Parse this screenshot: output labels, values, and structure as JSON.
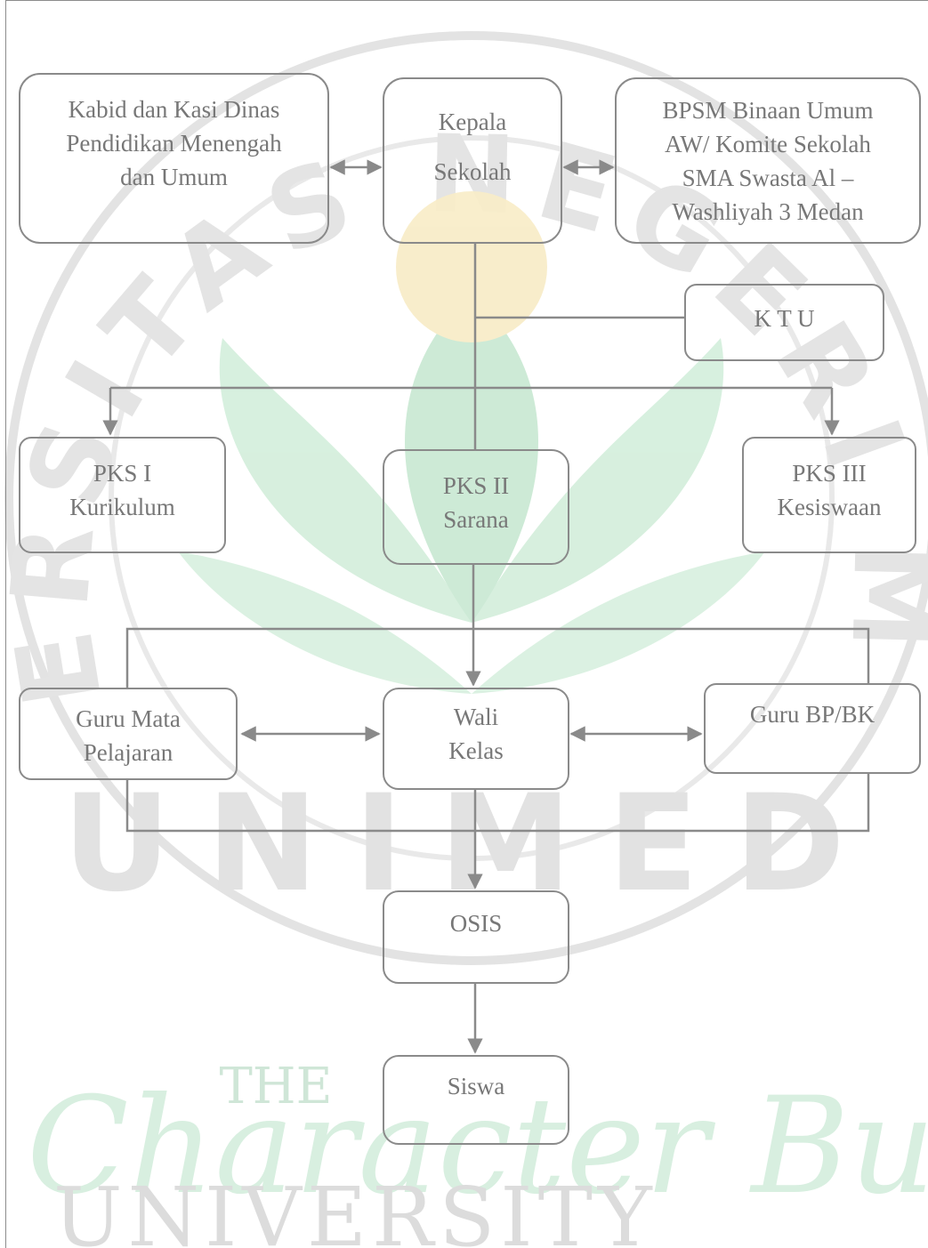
{
  "watermark": {
    "ring_text": "UNIVERSITAS NEGERI MEDAN",
    "center_text": "UNIMED",
    "slogan_small": "THE",
    "slogan_script": "Character Building",
    "slogan_caps": "UNIVERSITY"
  },
  "nodes": {
    "kabid": {
      "lines": [
        "Kabid dan Kasi Dinas",
        "Pendidikan Menengah",
        "dan Umum"
      ]
    },
    "kepala": {
      "lines": [
        "Kepala",
        "Sekolah"
      ]
    },
    "bpsm": {
      "lines": [
        "BPSM Binaan Umum",
        "AW/ Komite Sekolah",
        "SMA Swasta Al –",
        "Washliyah 3 Medan"
      ]
    },
    "ktu": {
      "lines": [
        "K T U"
      ]
    },
    "pks1": {
      "lines": [
        "PKS I",
        "Kurikulum"
      ]
    },
    "pks2": {
      "lines": [
        "PKS II",
        "Sarana"
      ]
    },
    "pks3": {
      "lines": [
        "PKS III",
        "Kesiswaan"
      ]
    },
    "guru_mapel": {
      "lines": [
        "Guru Mata",
        "Pelajaran"
      ]
    },
    "wali": {
      "lines": [
        "Wali",
        "Kelas"
      ]
    },
    "guru_bk": {
      "lines": [
        "Guru BP/BK"
      ]
    },
    "osis": {
      "lines": [
        "OSIS"
      ]
    },
    "siswa": {
      "lines": [
        "Siswa"
      ]
    }
  },
  "colors": {
    "line": "#8a8a8a",
    "text": "#777777",
    "watermark_green": "#bfe3c9",
    "watermark_gray": "#e2e2e2",
    "watermark_yellow": "#f6e7b4"
  }
}
